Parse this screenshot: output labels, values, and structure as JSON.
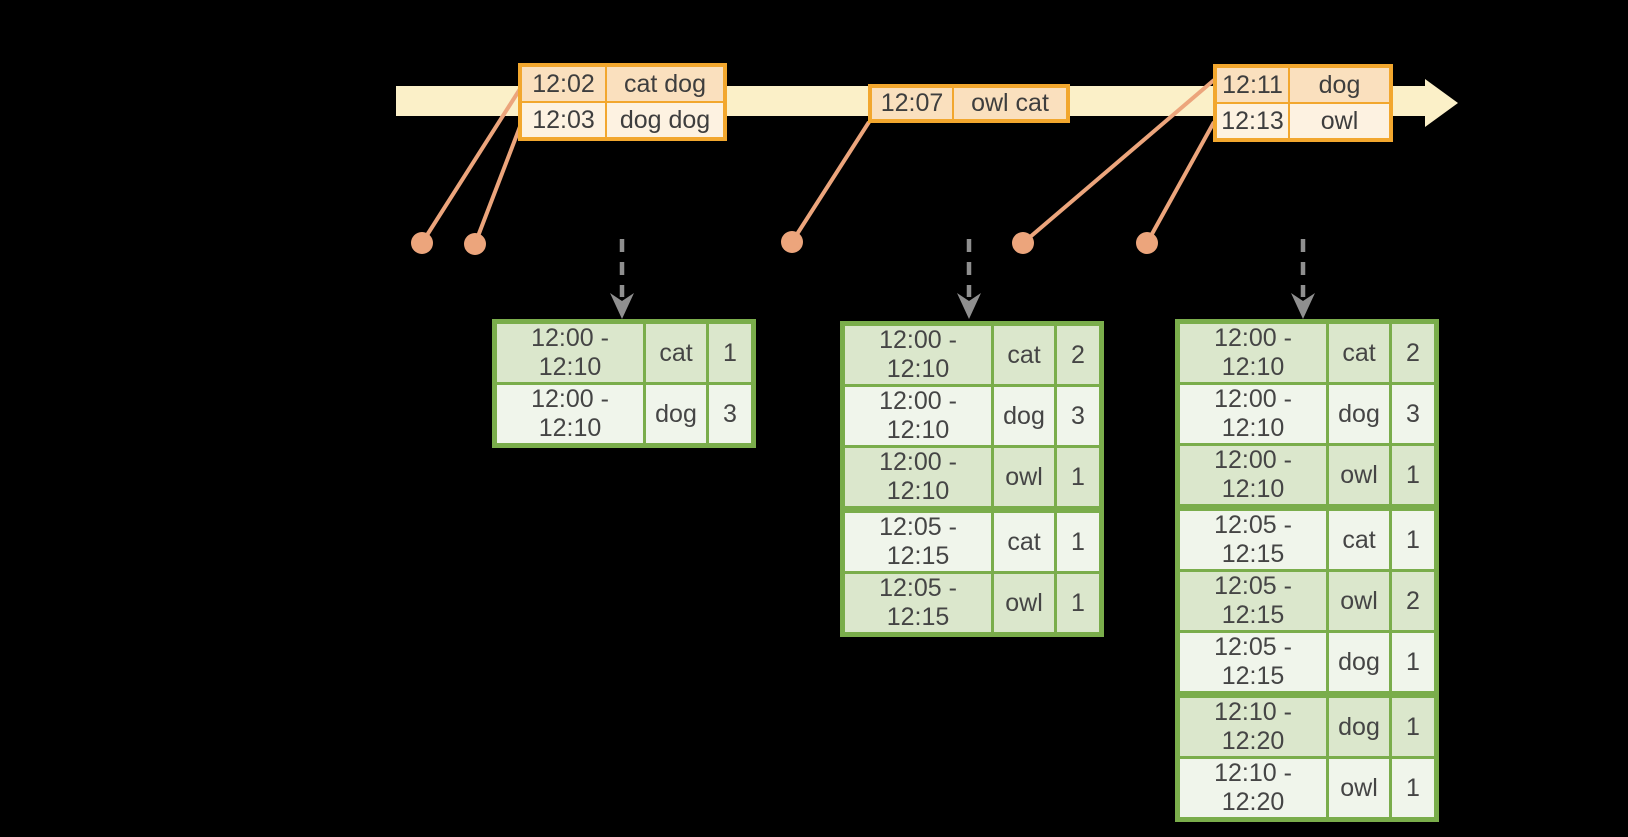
{
  "diagram": {
    "title": "windowed-grouped-aggregation-stream-timeline",
    "colors": {
      "background": "#000000",
      "timeline_fill": "#FBF0C8",
      "event_table_border": "#F2A72E",
      "event_row_fill_peach": "#FAE0BE",
      "event_row_fill_cream": "#FDF2E1",
      "connector_salmon": "#ECA57C",
      "trigger_arrow_gray": "#8F8F8F",
      "result_table_border": "#7AAD4B",
      "result_row_fill_dark": "#DBE7CC",
      "result_row_fill_light": "#F0F5EB",
      "text": "#3E3E3E"
    },
    "event_tables": [
      {
        "rows": [
          {
            "time": "12:02",
            "words": "cat dog"
          },
          {
            "time": "12:03",
            "words": "dog dog"
          }
        ]
      },
      {
        "rows": [
          {
            "time": "12:07",
            "words": "owl cat"
          }
        ]
      },
      {
        "rows": [
          {
            "time": "12:11",
            "words": "dog"
          },
          {
            "time": "12:13",
            "words": "owl"
          }
        ]
      }
    ],
    "result_tables": [
      {
        "rows": [
          {
            "window": "12:00 - 12:10",
            "word": "cat",
            "count": "1"
          },
          {
            "window": "12:00 - 12:10",
            "word": "dog",
            "count": "3"
          }
        ]
      },
      {
        "rows": [
          {
            "window": "12:00 - 12:10",
            "word": "cat",
            "count": "2"
          },
          {
            "window": "12:00 - 12:10",
            "word": "dog",
            "count": "3"
          },
          {
            "window": "12:00 - 12:10",
            "word": "owl",
            "count": "1"
          },
          {
            "window": "12:05 - 12:15",
            "word": "cat",
            "count": "1"
          },
          {
            "window": "12:05 - 12:15",
            "word": "owl",
            "count": "1"
          }
        ]
      },
      {
        "rows": [
          {
            "window": "12:00 - 12:10",
            "word": "cat",
            "count": "2"
          },
          {
            "window": "12:00 - 12:10",
            "word": "dog",
            "count": "3"
          },
          {
            "window": "12:00 - 12:10",
            "word": "owl",
            "count": "1"
          },
          {
            "window": "12:05 - 12:15",
            "word": "cat",
            "count": "1"
          },
          {
            "window": "12:05 - 12:15",
            "word": "owl",
            "count": "2"
          },
          {
            "window": "12:05 - 12:15",
            "word": "dog",
            "count": "1"
          },
          {
            "window": "12:10 - 12:20",
            "word": "dog",
            "count": "1"
          },
          {
            "window": "12:10 - 12:20",
            "word": "owl",
            "count": "1"
          }
        ]
      }
    ]
  }
}
